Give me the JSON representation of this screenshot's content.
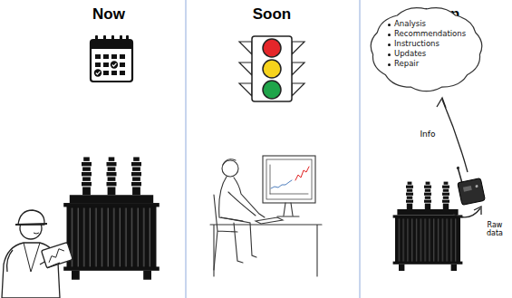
{
  "diagram": {
    "nodes": [
      {
        "text": [
          "Analysis",
          "Recommendations",
          "Instructions",
          "Updates",
          "Repair"
        ]
      }
    ],
    "labels": [
      "Now",
      "Soon",
      "Vision",
      "Info",
      "Raw data"
    ]
  }
}
